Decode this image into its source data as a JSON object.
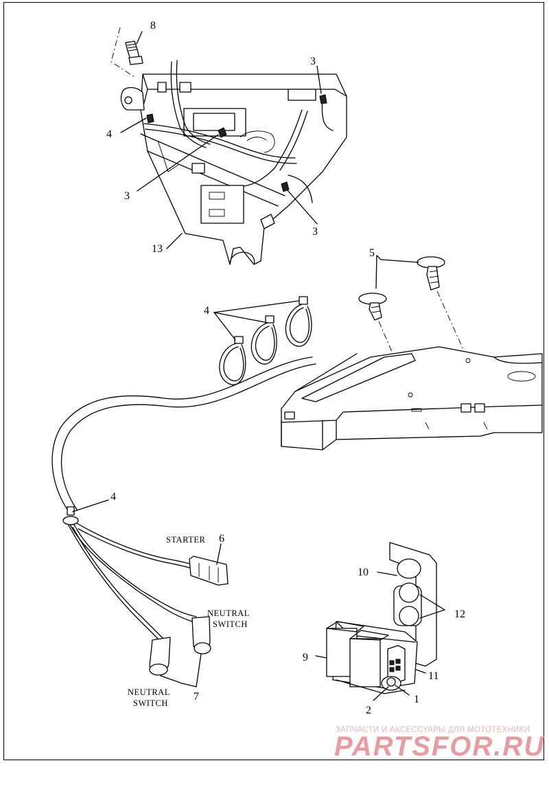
{
  "callouts": {
    "c1": "1",
    "c2": "2",
    "c3a": "3",
    "c3b": "3",
    "c3c": "3",
    "c4a": "4",
    "c4b": "4",
    "c4c": "4",
    "c5": "5",
    "c6": "6",
    "c7": "7",
    "c8": "8",
    "c9": "9",
    "c10": "10",
    "c11": "11",
    "c12": "12",
    "c13": "13"
  },
  "labels": {
    "starter": "STARTER",
    "neutral_switch_right_1": "NEUTRAL",
    "neutral_switch_right_2": "SWITCH",
    "neutral_switch_left_1": "NEUTRAL",
    "neutral_switch_left_2": "SWITCH"
  },
  "watermark": {
    "tagline": "ЗАПЧАСТИ И АКСЕССУАРЫ ДЛЯ МОТОТЕХНИКИ",
    "brand": "PARTSFOR.RU"
  },
  "colors": {
    "line": "#000000",
    "background": "#ffffff",
    "watermark": "#e79da0"
  }
}
